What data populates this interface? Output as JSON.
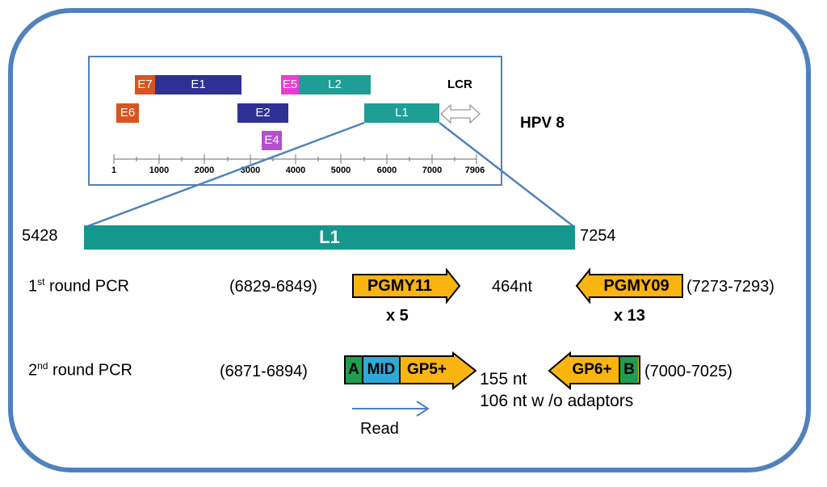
{
  "genome_map": {
    "genes": [
      {
        "id": "E7",
        "label": "E7",
        "color": "#d9541e"
      },
      {
        "id": "E1",
        "label": "E1",
        "color": "#2e3192"
      },
      {
        "id": "E6",
        "label": "E6",
        "color": "#d9541e"
      },
      {
        "id": "E2",
        "label": "E2",
        "color": "#2e3192"
      },
      {
        "id": "E4",
        "label": "E4",
        "color": "#b54fd0"
      },
      {
        "id": "E5",
        "label": "E5",
        "color": "#ec3ad6"
      },
      {
        "id": "L2",
        "label": "L2",
        "color": "#1e9e94"
      },
      {
        "id": "L1",
        "label": "L1",
        "color": "#1e9e94"
      }
    ],
    "lcr_label": "LCR",
    "genome_label": "HPV 8",
    "ticks": [
      "1",
      "1000",
      "2000",
      "3000",
      "4000",
      "5000",
      "6000",
      "7000",
      "7906"
    ]
  },
  "l1_zoom": {
    "label": "L1",
    "start": "5428",
    "end": "7254",
    "color": "#16978e"
  },
  "round1": {
    "label_prefix": "1",
    "label_sup": "st",
    "label_suffix": " round PCR",
    "forward_range": "(6829-6849)",
    "forward_primer": "PGMY11",
    "forward_multiplier": "x 5",
    "amplicon": "464nt",
    "reverse_primer": "PGMY09",
    "reverse_multiplier": "x 13",
    "reverse_range": "(7273-7293)"
  },
  "round2": {
    "label_prefix": "2",
    "label_sup": "nd",
    "label_suffix": " round PCR",
    "forward_range": "(6871-6894)",
    "forward_segments": [
      "A",
      "MID",
      "GP5+"
    ],
    "amplicon": "155 nt",
    "amplicon_no_adaptors": "106 nt w /o adaptors",
    "reverse_segments": [
      "GP6+",
      "B"
    ],
    "reverse_range": "(7000-7025)",
    "read_label": "Read"
  },
  "colors": {
    "frame": "#4f81bd",
    "primer": "#f9b410",
    "adaptor_green": "#1f9e4f",
    "mid_blue": "#2eaad8"
  }
}
